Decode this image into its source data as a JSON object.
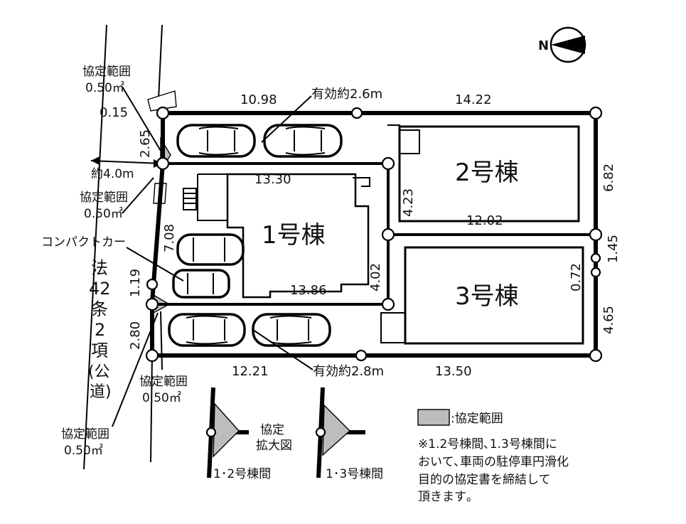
{
  "compass": {
    "north_label": "N"
  },
  "buildings": {
    "b1": "1号棟",
    "b2": "2号棟",
    "b3": "3号棟"
  },
  "dimensions": {
    "top_left": "10.98",
    "top_right": "14.22",
    "effective_top": "有効約2.6m",
    "d_015": "0.15",
    "d_265": "2.65",
    "d_1330": "13.30",
    "d_423": "4.23",
    "d_1202": "12.02",
    "d_682": "6.82",
    "d_145": "1.45",
    "d_072": "0.72",
    "d_465": "4.65",
    "d_708": "7.08",
    "d_402": "4.02",
    "d_1386": "13.86",
    "d_119": "1.19",
    "d_280": "2.80",
    "bottom_left": "12.21",
    "bottom_right": "13.50",
    "effective_bottom": "有効約2.8m",
    "road_width": "約4.0m"
  },
  "labels": {
    "agree_area_title": "協定範囲",
    "agree_area_value": "0.50㎡",
    "compact_car": "コンパクトカー",
    "road_chars": [
      "法",
      "42",
      "条",
      "2",
      "項",
      "(公",
      "道)"
    ]
  },
  "detail": {
    "title_line1": "協定",
    "title_line2": "拡大図",
    "caption_12": "1･2号棟間",
    "caption_13": "1･3号棟間"
  },
  "legend": {
    "swatch_label": ":協定範囲",
    "note_lines": [
      "※1.2号棟間､1.3号棟間に",
      "おいて､車両の駐停車円滑化",
      "目的の協定書を締結して",
      "頂きます｡"
    ]
  },
  "colors": {
    "agreement_fill": "#bdbdbd",
    "lines": "#000000"
  }
}
